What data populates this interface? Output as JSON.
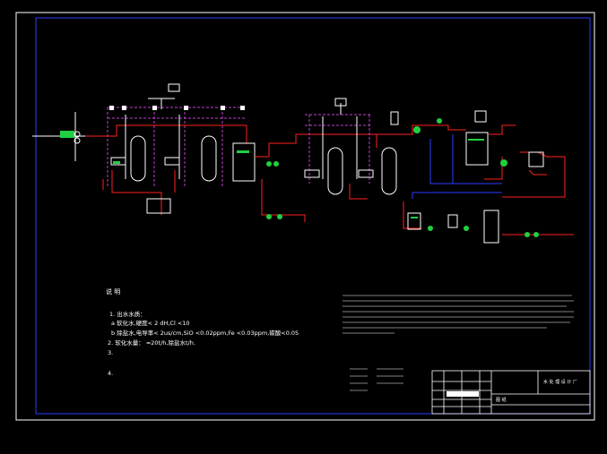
{
  "drawing": {
    "colors": {
      "background": "#000000",
      "border": "#ffffff",
      "inner_border": "#2b3bff",
      "water_line": "#ff2020",
      "aux_line": "#c03fd0",
      "blue_line": "#2b3bff",
      "equipment": "#ffffff",
      "pump": "#20d040",
      "text": "#ffffff"
    },
    "notes_left": {
      "heading": "说 明",
      "lines": [
        "1. 出水水质：",
        "a 软化水,硬度< 2 dH,Cl <10",
        "b 除盐水,电导率< 2us/cm,SiO <0.02ppm,Fe <0.03ppm,碳酸<0.05",
        "2. 软化水量：  ≈20t/h,除盐水t/h.",
        "3. ",
        "4. "
      ]
    },
    "title_block": {
      "company": "水 处 理 设 计 厂",
      "drawing_name": "",
      "footer": "图 纸"
    }
  }
}
